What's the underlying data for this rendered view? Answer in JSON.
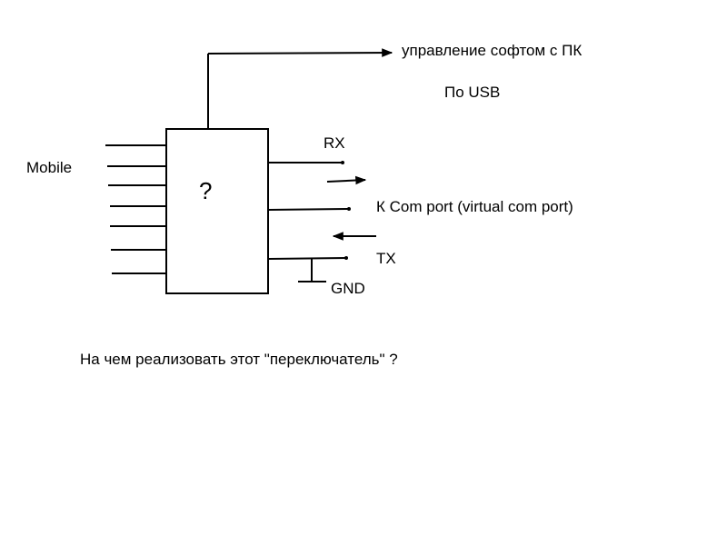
{
  "diagram": {
    "usb_control_label": "управление софтом с ПК",
    "usb_label": "По USB",
    "mobile_label": "Mobile",
    "box_label": "?",
    "rx_label": "RX",
    "com_port_label": "К Com port (virtual com port)",
    "tx_label": "TX",
    "gnd_label": "GND",
    "question": "На чем реализовать этот \"переключатель\" ?"
  }
}
